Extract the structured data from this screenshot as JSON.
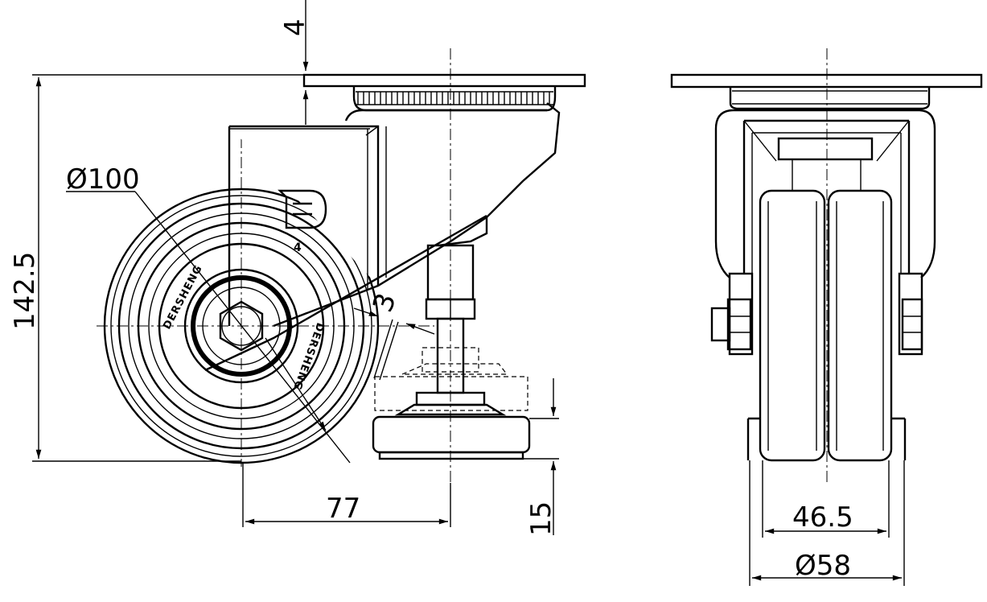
{
  "drawing": {
    "dimensions": {
      "plate_thickness": "4",
      "total_height": "142.5",
      "wheel_diameter": "Ø100",
      "offset": "77",
      "foot_height": "15",
      "gap": "3",
      "tread_width": "46.5",
      "hub_width": "Ø58"
    },
    "logo_letter": "D",
    "fork_marking": "4",
    "wheel_brand": "DERSHENG"
  }
}
